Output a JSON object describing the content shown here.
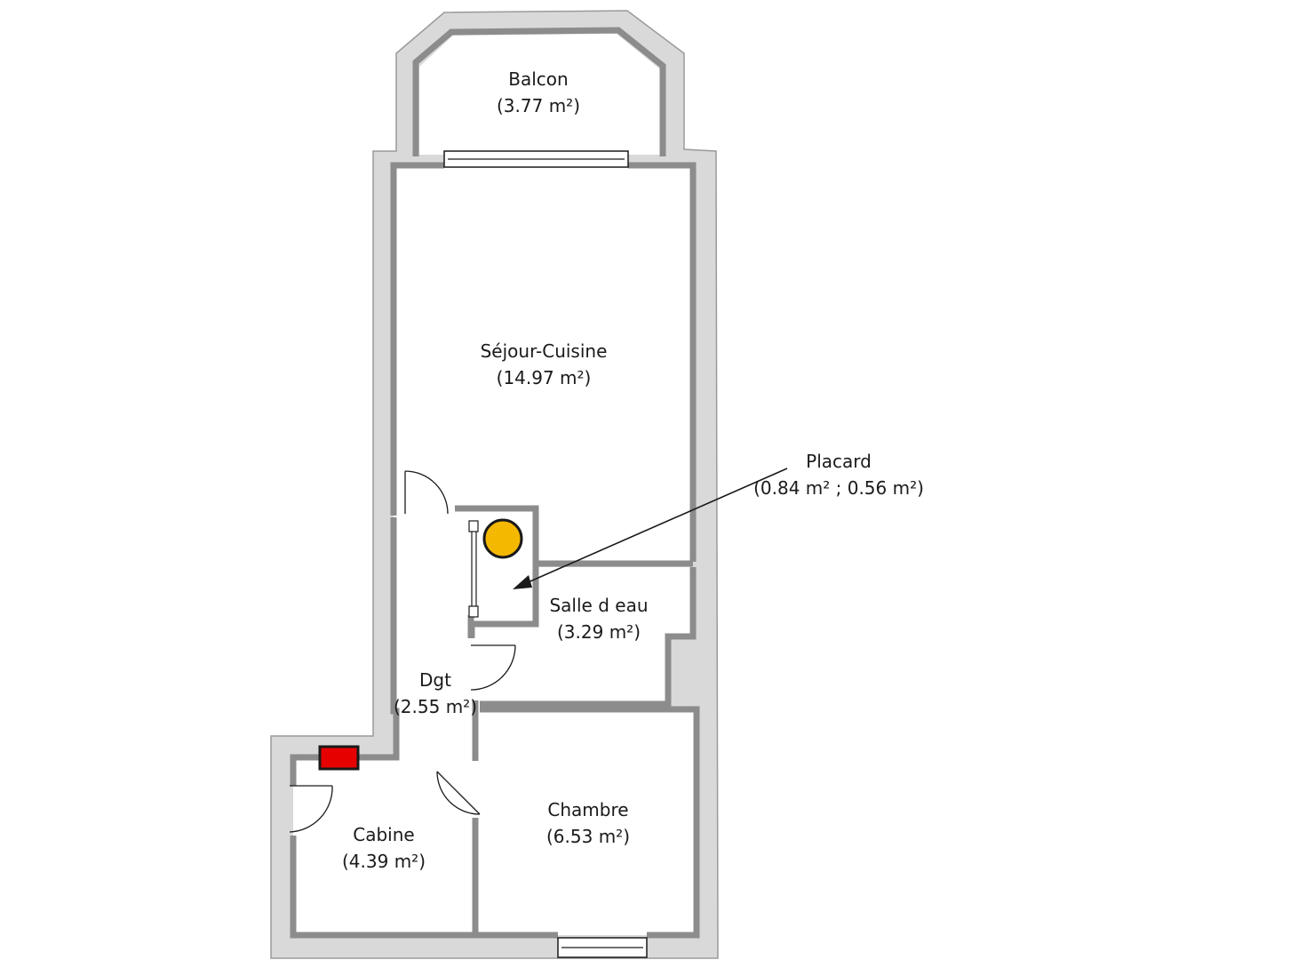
{
  "rooms": {
    "balcon": {
      "name": "Balcon",
      "area": "(3.77 m²)"
    },
    "sejour": {
      "name": "Séjour-Cuisine",
      "area": "(14.97 m²)"
    },
    "placard": {
      "name": "Placard",
      "area": "(0.84 m² ; 0.56 m²)"
    },
    "salle": {
      "name": "Salle d eau",
      "area": "(3.29 m²)"
    },
    "dgt": {
      "name": "Dgt",
      "area": "(2.55 m²)"
    },
    "chambre": {
      "name": "Chambre",
      "area": "(6.53 m²)"
    },
    "cabine": {
      "name": "Cabine",
      "area": "(4.39 m²)"
    }
  },
  "colors": {
    "wall_outer": "#d9d9d9",
    "wall": "#8c8c8c",
    "boiler": "#f5b800",
    "panel": "#e60000"
  }
}
